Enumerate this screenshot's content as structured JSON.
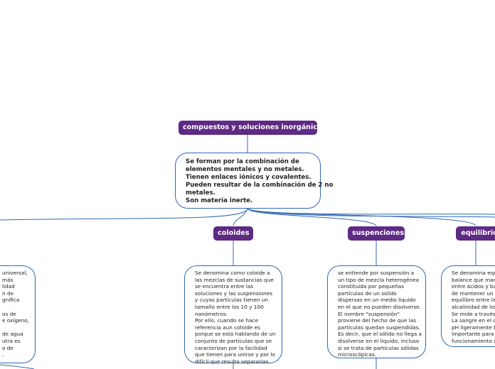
{
  "colors": {
    "topic_bg": "#5e2a84",
    "line": "#2f68b3",
    "topic_text": "#ffffff"
  },
  "root": {
    "title": "compuestos y soluciones inorgánicas"
  },
  "main": {
    "lines": [
      "Se forman por la combinación de",
      "elementos mentales y no metales.",
      "Tienen enlaces iónicos y covalentes.",
      "Pueden resultar de la combinación de 2 no",
      "metales.",
      "Son materia inerte."
    ]
  },
  "topics": {
    "coloides": "coloides",
    "suspenciones": "suspenciones",
    "equilibrio": "equilibrio"
  },
  "left_fragment": {
    "lines": [
      "universal,",
      "más",
      "lidad",
      "n de",
      "gnifica",
      "",
      "os de",
      "e oxígeno,",
      "",
      "de agua",
      "utra es",
      "o de",
      "."
    ]
  },
  "coloides_text": {
    "lines": [
      "Se denomina como coloide a",
      "las mezclas de sustancias que",
      "se encuentra entre las",
      "soluciones y las suspensiones",
      "y cuyas partículas tienen un",
      "tamaño entre los 10 y 100",
      "nanómetros.",
      "Por ello, cuando se hace",
      "referencia aun coloide es",
      "porque se está hablando de un",
      "conjunto de partículas que se",
      "caracterizan por la facilidad",
      "que tienen para unirse y por lo",
      "difícil que resulta separarlas."
    ]
  },
  "suspenciones_text": {
    "lines": [
      "se entiende por suspensión a",
      "un tipo de mezcla heterogénea",
      "constituida por pequeñas",
      "partículas de un solido",
      "dispersas en un medio liquido",
      "en el que no pueden disolverse.",
      "El nombre \"suspensión\"",
      "proviene del hecho de que las",
      "partículas quedan suspendidas.",
      "Es decir, que el sólido no llega a",
      "disolverse en el líquido, incluso",
      "si se trata de partículas sólidas",
      "microscópicas."
    ]
  },
  "equilibrio_text": {
    "lines": [
      "Se denomina equili",
      "balance que mant",
      "entre ácidos y base",
      "de mantener un pH",
      "equilibro entre la a",
      "alcalinidad de los l",
      "Se mide a través d",
      "La sangre en el cu",
      "pH ligeramente bá",
      "importante para el",
      "funcionamiento de"
    ]
  }
}
